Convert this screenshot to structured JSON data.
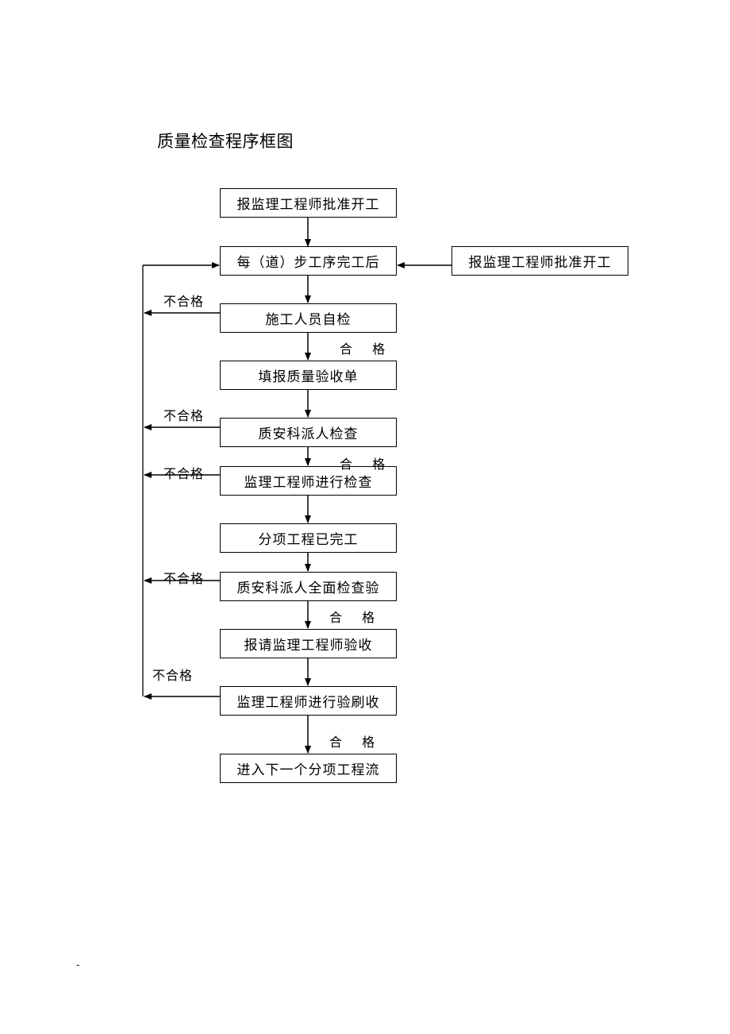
{
  "title": "质量检查程序框图",
  "steps": [
    "报监理工程师批准开工",
    "每（道）步工序完工后",
    "施工人员自检",
    "填报质量验收单",
    "质安科派人检查",
    "监理工程师进行检查",
    "分项工程已完工",
    "质安科派人全面检查验",
    "报请监理工程师验收",
    "监理工程师进行验刷收",
    "进入下一个分项工程流"
  ],
  "side_box": "报监理工程师批准开工",
  "pass_label": "合 格",
  "fail_label": "不合格",
  "footer_mark": "-"
}
